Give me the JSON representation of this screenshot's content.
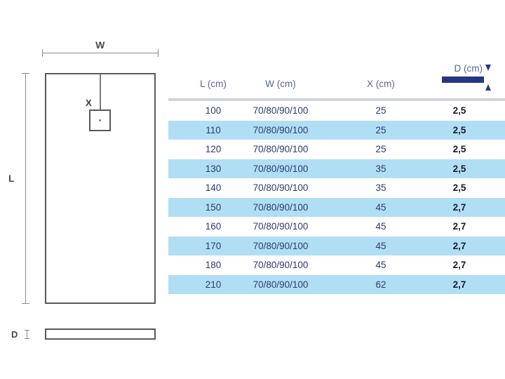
{
  "drawing": {
    "width_label": "W",
    "length_label": "L",
    "drain_label": "X",
    "depth_label": "D"
  },
  "table": {
    "headers": {
      "l": "L (cm)",
      "w": "W (cm)",
      "x": "X (cm)",
      "d": "D (cm)"
    },
    "rows": [
      {
        "l": "100",
        "w": "70/80/90/100",
        "x": "25",
        "d": "2,5"
      },
      {
        "l": "110",
        "w": "70/80/90/100",
        "x": "25",
        "d": "2,5"
      },
      {
        "l": "120",
        "w": "70/80/90/100",
        "x": "25",
        "d": "2,5"
      },
      {
        "l": "130",
        "w": "70/80/90/100",
        "x": "35",
        "d": "2,5"
      },
      {
        "l": "140",
        "w": "70/80/90/100",
        "x": "35",
        "d": "2,5"
      },
      {
        "l": "150",
        "w": "70/80/90/100",
        "x": "45",
        "d": "2,7"
      },
      {
        "l": "160",
        "w": "70/80/90/100",
        "x": "45",
        "d": "2,7"
      },
      {
        "l": "170",
        "w": "70/80/90/100",
        "x": "45",
        "d": "2,7"
      },
      {
        "l": "180",
        "w": "70/80/90/100",
        "x": "45",
        "d": "2,7"
      },
      {
        "l": "210",
        "w": "70/80/90/100",
        "x": "62",
        "d": "2,7"
      }
    ]
  },
  "colors": {
    "stripe": "#b0dff5",
    "header_text": "#5b6498",
    "value_text": "#2f3a6b",
    "depth_bar": "#2a3580",
    "outline": "#59595b"
  }
}
